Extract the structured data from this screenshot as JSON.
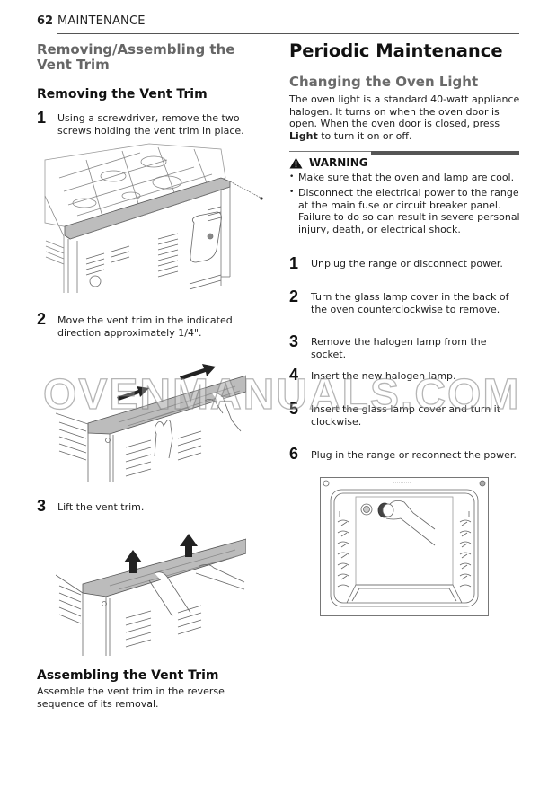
{
  "header": {
    "page_number": "62",
    "section": "MAINTENANCE"
  },
  "left": {
    "section_title": "Removing/Assembling the Vent Trim",
    "removing": {
      "title": "Removing the Vent Trim",
      "steps": [
        {
          "num": "1",
          "text": "Using a screwdriver, remove the two screws holding the vent trim in place.",
          "figure": "range-rear-vent-trim-screws"
        },
        {
          "num": "2",
          "text": "Move the vent trim in the indicated direction approximately 1/4\".",
          "figure": "vent-trim-slide-arrows"
        },
        {
          "num": "3",
          "text": "Lift the vent trim.",
          "figure": "vent-trim-lift-arrows"
        }
      ]
    },
    "assembling": {
      "title": "Assembling the Vent Trim",
      "text": "Assemble the vent trim in the reverse sequence of its removal."
    }
  },
  "right": {
    "title": "Periodic Maintenance",
    "subtitle": "Changing the Oven Light",
    "intro_pre": "The oven light is a standard 40-watt appliance halogen. It turns on when the oven door is open. When the oven door is closed, press ",
    "intro_bold": "Light",
    "intro_post": " to turn it on or off.",
    "warning": {
      "label": "WARNING",
      "icon": "warning-triangle-icon",
      "items": [
        "Make sure that the oven and lamp are cool.",
        "Disconnect the electrical power to the range at the main fuse or circuit breaker panel. Failure to do so can result in severe personal injury, death, or electrical shock."
      ]
    },
    "steps": [
      {
        "num": "1",
        "text": "Unplug the range or disconnect power."
      },
      {
        "num": "2",
        "text": "Turn the glass lamp cover in the back of the oven counterclockwise to remove."
      },
      {
        "num": "3",
        "text": "Remove the halogen lamp from the socket."
      },
      {
        "num": "4",
        "text": "Insert the new halogen lamp."
      },
      {
        "num": "5",
        "text": "Insert the glass lamp cover and turn it clockwise."
      },
      {
        "num": "6",
        "text": "Plug in the range or reconnect the power."
      }
    ],
    "figure": "oven-cavity-lamp-cover"
  },
  "watermark": "OVENMANUALS.COM"
}
